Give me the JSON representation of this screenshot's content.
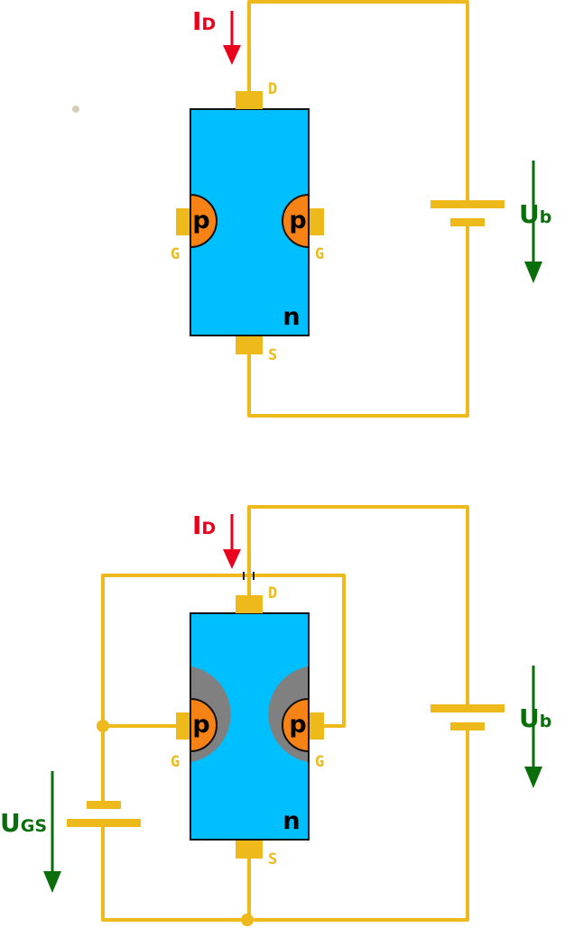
{
  "top_circuit": {
    "drain_current": {
      "main": "I",
      "sub": "D"
    },
    "pins": {
      "drain": "D",
      "source": "S",
      "gate_left": "G",
      "gate_right": "G"
    },
    "gates": {
      "left": "p",
      "right": "p"
    },
    "channel": "n",
    "supply_voltage": {
      "main": "U",
      "sub": "b"
    }
  },
  "bottom_circuit": {
    "drain_current": {
      "main": "I",
      "sub": "D"
    },
    "pins": {
      "drain": "D",
      "source": "S",
      "gate_left": "G",
      "gate_right": "G"
    },
    "gates": {
      "left": "p",
      "right": "p"
    },
    "channel": "n",
    "supply_voltage": {
      "main": "U",
      "sub": "b"
    },
    "gate_voltage": {
      "main": "U",
      "sub": "GS"
    }
  },
  "colors": {
    "wire": "#eeba1b",
    "channel": "#00bfff",
    "p_region": "#f78316",
    "depletion": "#808080",
    "current_arrow": "#e8001c",
    "voltage_arrow": "#0a6e0a"
  }
}
